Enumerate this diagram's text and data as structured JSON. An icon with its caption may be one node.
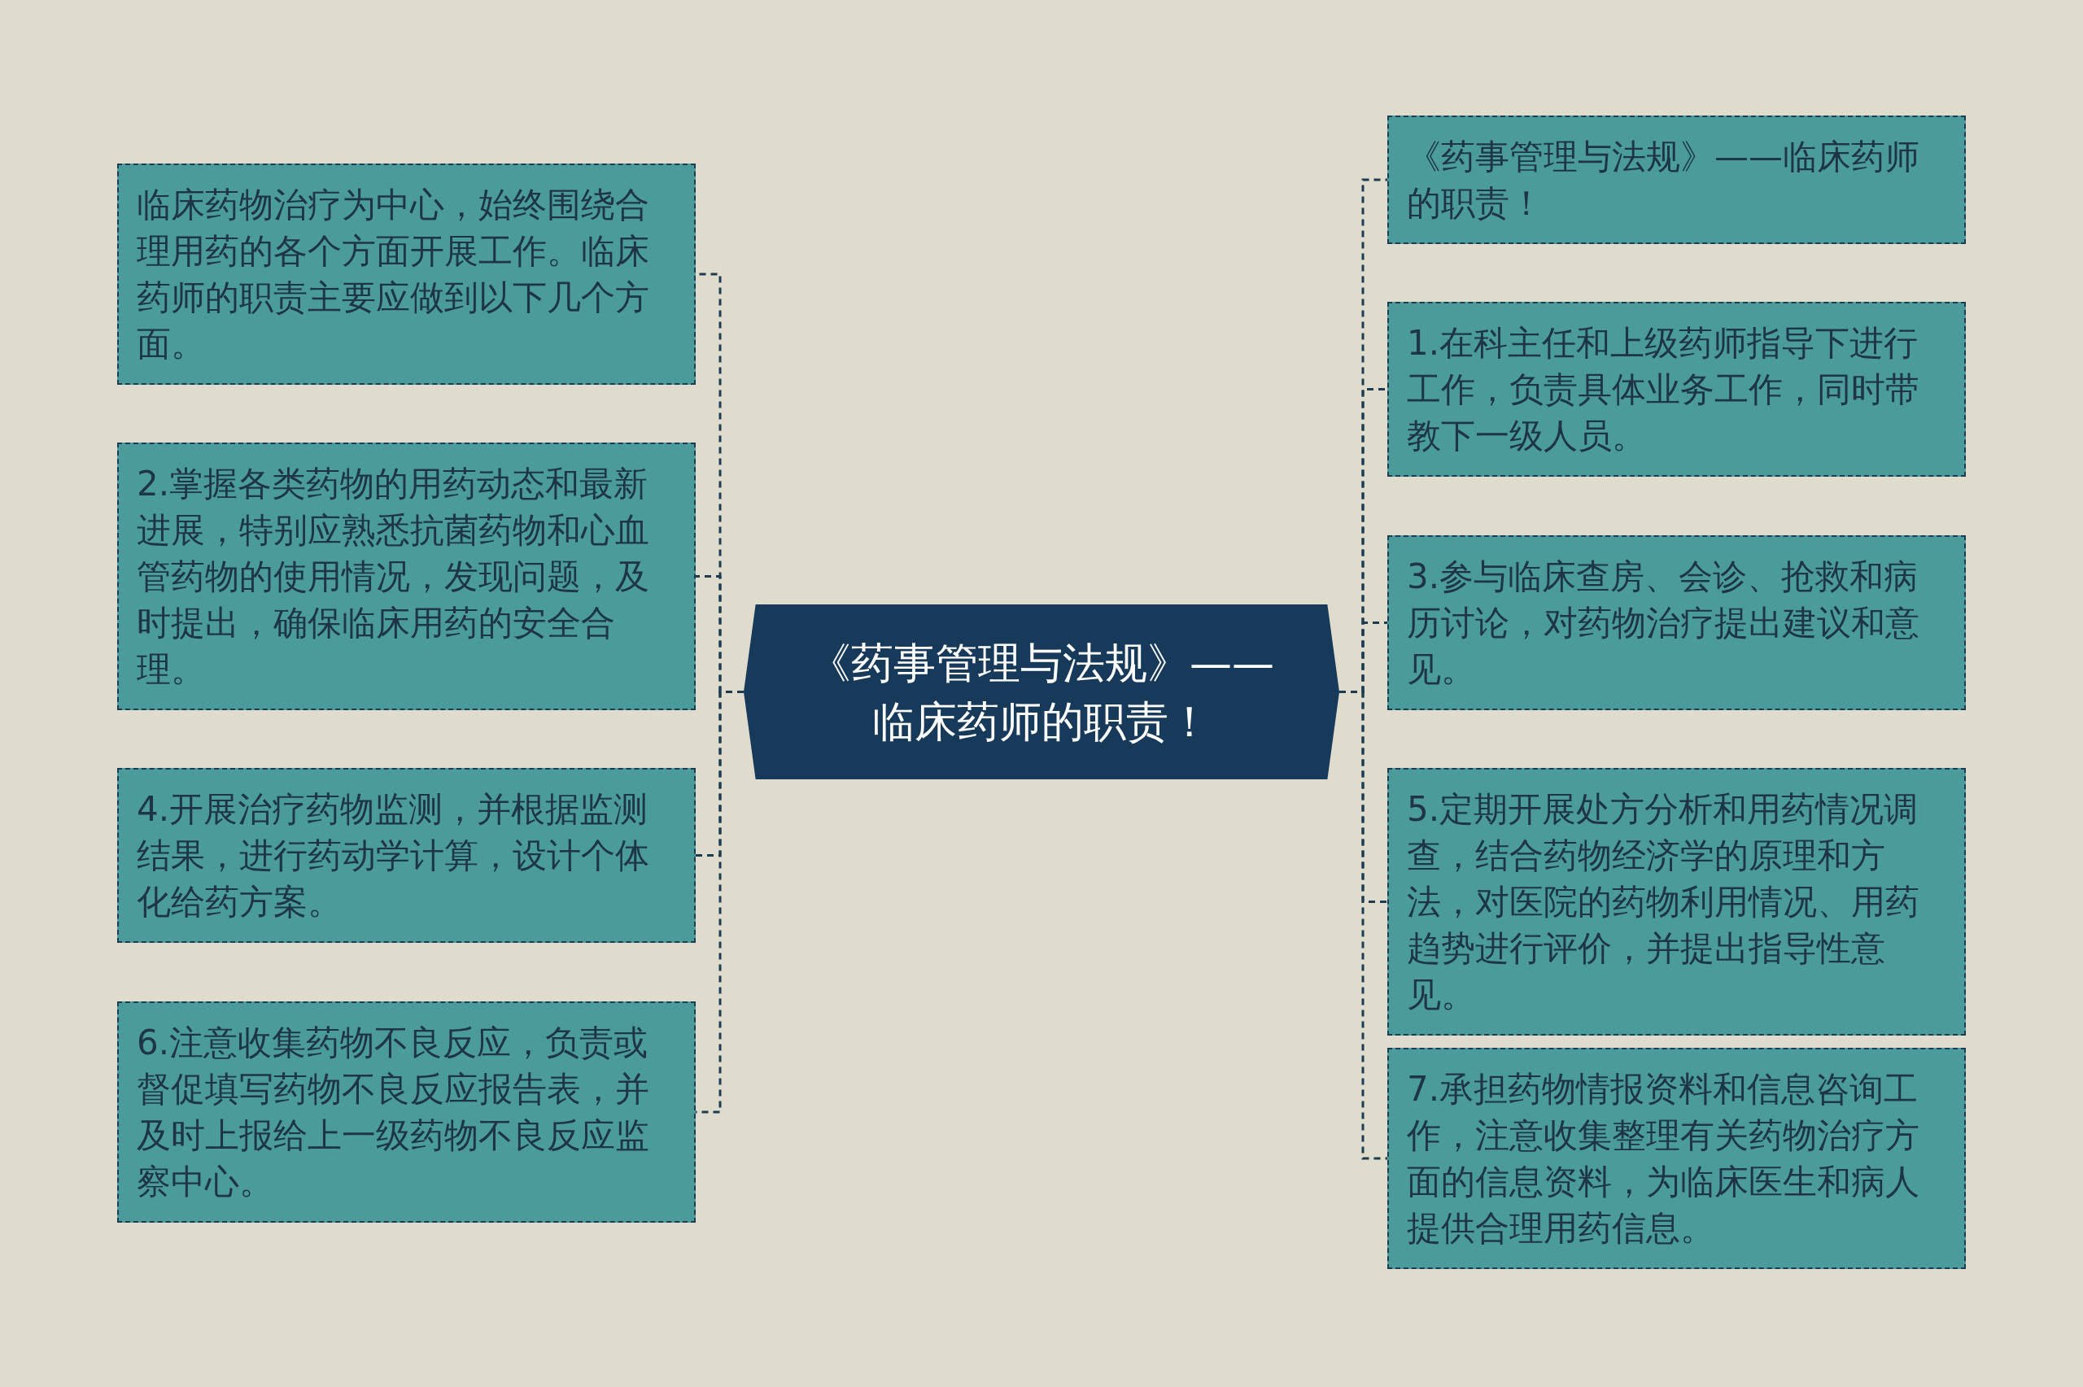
{
  "diagram": {
    "nodes": [
      {
        "text": [
          "《药事管理与法规》——临床药师的职责！"
        ]
      },
      {
        "text": [
          "临床药物治疗为中心，始终围绕合理用药的各个方面开展工作。临床药师的职责主要应做到以下几个方面。"
        ]
      },
      {
        "text": [
          "2.掌握各类药物的用药动态和最新进展，特别应熟悉抗菌药物和心血管药物的使用情况，发现问题，及时提出，确保临床用药的安全合理。"
        ]
      },
      {
        "text": [
          "4.开展治疗药物监测，并根据监测结果，进行药动学计算，设计个体化给药方案。"
        ]
      },
      {
        "text": [
          "6.注意收集药物不良反应，负责或督促填写药物不良反应报告表，并及时上报给上一级药物不良反应监察中心。"
        ]
      },
      {
        "text": [
          "《药事管理与法规》——临床药师的职责！"
        ]
      },
      {
        "text": [
          "1.在科主任和上级药师指导下进行工作，负责具体业务工作，同时带教下一级人员。"
        ]
      },
      {
        "text": [
          "3.参与临床查房、会诊、抢救和病历讨论，对药物治疗提出建议和意见。"
        ]
      },
      {
        "text": [
          "5.定期开展处方分析和用药情况调查，结合药物经济学的原理和方法，对医院的药物利用情况、用药趋势进行评价，并提出指导性意见。"
        ]
      },
      {
        "text": [
          "7.承担药物情报资料和信息咨询工作，注意收集整理有关药物治疗方面的信息资料，为临床医生和病人提供合理用药信息。"
        ]
      }
    ],
    "edges": [
      {
        "from": 0,
        "to": 1,
        "arrow": "none",
        "style": "dashed"
      },
      {
        "from": 0,
        "to": 2,
        "arrow": "none",
        "style": "dashed"
      },
      {
        "from": 0,
        "to": 3,
        "arrow": "none",
        "style": "dashed"
      },
      {
        "from": 0,
        "to": 4,
        "arrow": "none",
        "style": "dashed"
      },
      {
        "from": 0,
        "to": 5,
        "arrow": "none",
        "style": "dashed"
      },
      {
        "from": 0,
        "to": 6,
        "arrow": "none",
        "style": "dashed"
      },
      {
        "from": 0,
        "to": 7,
        "arrow": "none",
        "style": "dashed"
      },
      {
        "from": 0,
        "to": 8,
        "arrow": "none",
        "style": "dashed"
      },
      {
        "from": 0,
        "to": 9,
        "arrow": "none",
        "style": "dashed"
      }
    ]
  }
}
